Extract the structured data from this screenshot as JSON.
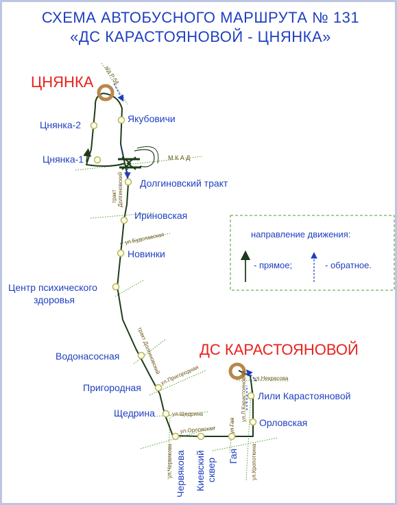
{
  "title": {
    "line1": "СХЕМА АВТОБУСНОГО МАРШРУТА № 131",
    "line2": "«ДС КАРАСТОЯНОВОЙ - ЦНЯНКА»"
  },
  "terminals": {
    "north": "ЦНЯНКА",
    "south": "ДС КАРАСТОЯНОВОЙ"
  },
  "stops": {
    "tsnyanka2": "Цнянка-2",
    "yakubovichi": "Якубовичи",
    "tsnyanka1": "Цнянка-1",
    "dolginovsky_trakt": "Долгиновский тракт",
    "irinovskaya": "Ириновская",
    "novinki": "Новинки",
    "center_line1": "Центр психического",
    "center_line2": "здоровья",
    "vodonasosnaya": "Водонасосная",
    "prigorodnaya": "Пригородная",
    "shchedrina": "Щедрина",
    "chervyakova": "Червякова",
    "kievsky_line1": "Киевский",
    "kievsky_line2": "сквер",
    "gaya": "Гая",
    "orlovskaya": "Орловская",
    "lili": "Лили Карастояновой"
  },
  "streets": {
    "r58": "а/д Р-58",
    "mkad": "М К А Д",
    "trakt": "тракт",
    "dolginovsky": "Долгиновский",
    "budslavskaya": "ул.Будславская",
    "trakt_dolginovsky": "тракт Долгиновский",
    "prigorodnaya": "ул.Пригородная",
    "shchedrina": "ул.Щедрина",
    "orlovskaya": "ул.Орловская",
    "chervyakova": "ул.Червякова",
    "gaya": "ул.Гая",
    "karastoyanovoy": "ул.Л.Карастояновой",
    "nekrasova": "ул.Некрасова",
    "kropotkina": "ул.Кропоткина"
  },
  "legend": {
    "heading": "направление движения:",
    "forward": "- прямое;",
    "backward": "- обратное."
  },
  "colors": {
    "title": "#1f3fbf",
    "terminal": "#e8211c",
    "route": "#1f3a1a",
    "stop_fill": "#fffde8",
    "stop_stroke": "#b5b55a",
    "terminal_ring": "#b8874a",
    "road_dots": "#4a9a2a",
    "forward_arrow": "#1f3a1a",
    "backward_arrow": "#1f3fbf"
  },
  "icons": {
    "interchange": "highway-interchange-icon",
    "terminal": "terminal-ring-icon",
    "stop": "bus-stop-circle-icon"
  }
}
